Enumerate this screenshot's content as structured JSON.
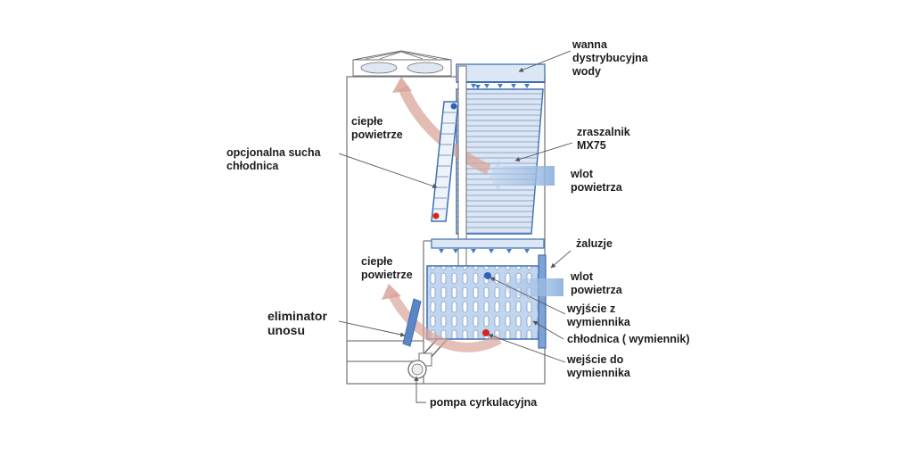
{
  "labels": {
    "wanna": [
      "wanna",
      "dystrybucyjna",
      "wody"
    ],
    "cieple_top": [
      "ciepłe",
      "powietrze"
    ],
    "zraszalnik": [
      "zraszalnik",
      "MX75"
    ],
    "sucha_chlodnica": [
      "opcjonalna sucha",
      "chłodnica"
    ],
    "wlot_top": [
      "wlot",
      "powietrza"
    ],
    "zaluzje": "żaluzje",
    "cieple_bottom": [
      "ciepłe",
      "powietrze"
    ],
    "wlot_bottom": [
      "wlot",
      "powietrza"
    ],
    "wyjscie": [
      "wyjście z",
      "wymiennika"
    ],
    "eliminator": [
      "eliminator",
      "unosu"
    ],
    "chlodnica": "chłodnica ( wymiennik)",
    "wejscie": [
      "wejście do",
      "wymiennika"
    ],
    "pompa": "pompa cyrkulacyjna"
  },
  "colors": {
    "outline": "#7d7d7d",
    "blue_frame": "#3f6fb2",
    "light_blue": "#c3d6ee",
    "mid_blue": "#8fb0dc",
    "warm_arrow": "#d9a59a",
    "inlet_blue": "#9ebde2",
    "hot_dot": "#d7261f",
    "cold_dot": "#2c62b8"
  }
}
